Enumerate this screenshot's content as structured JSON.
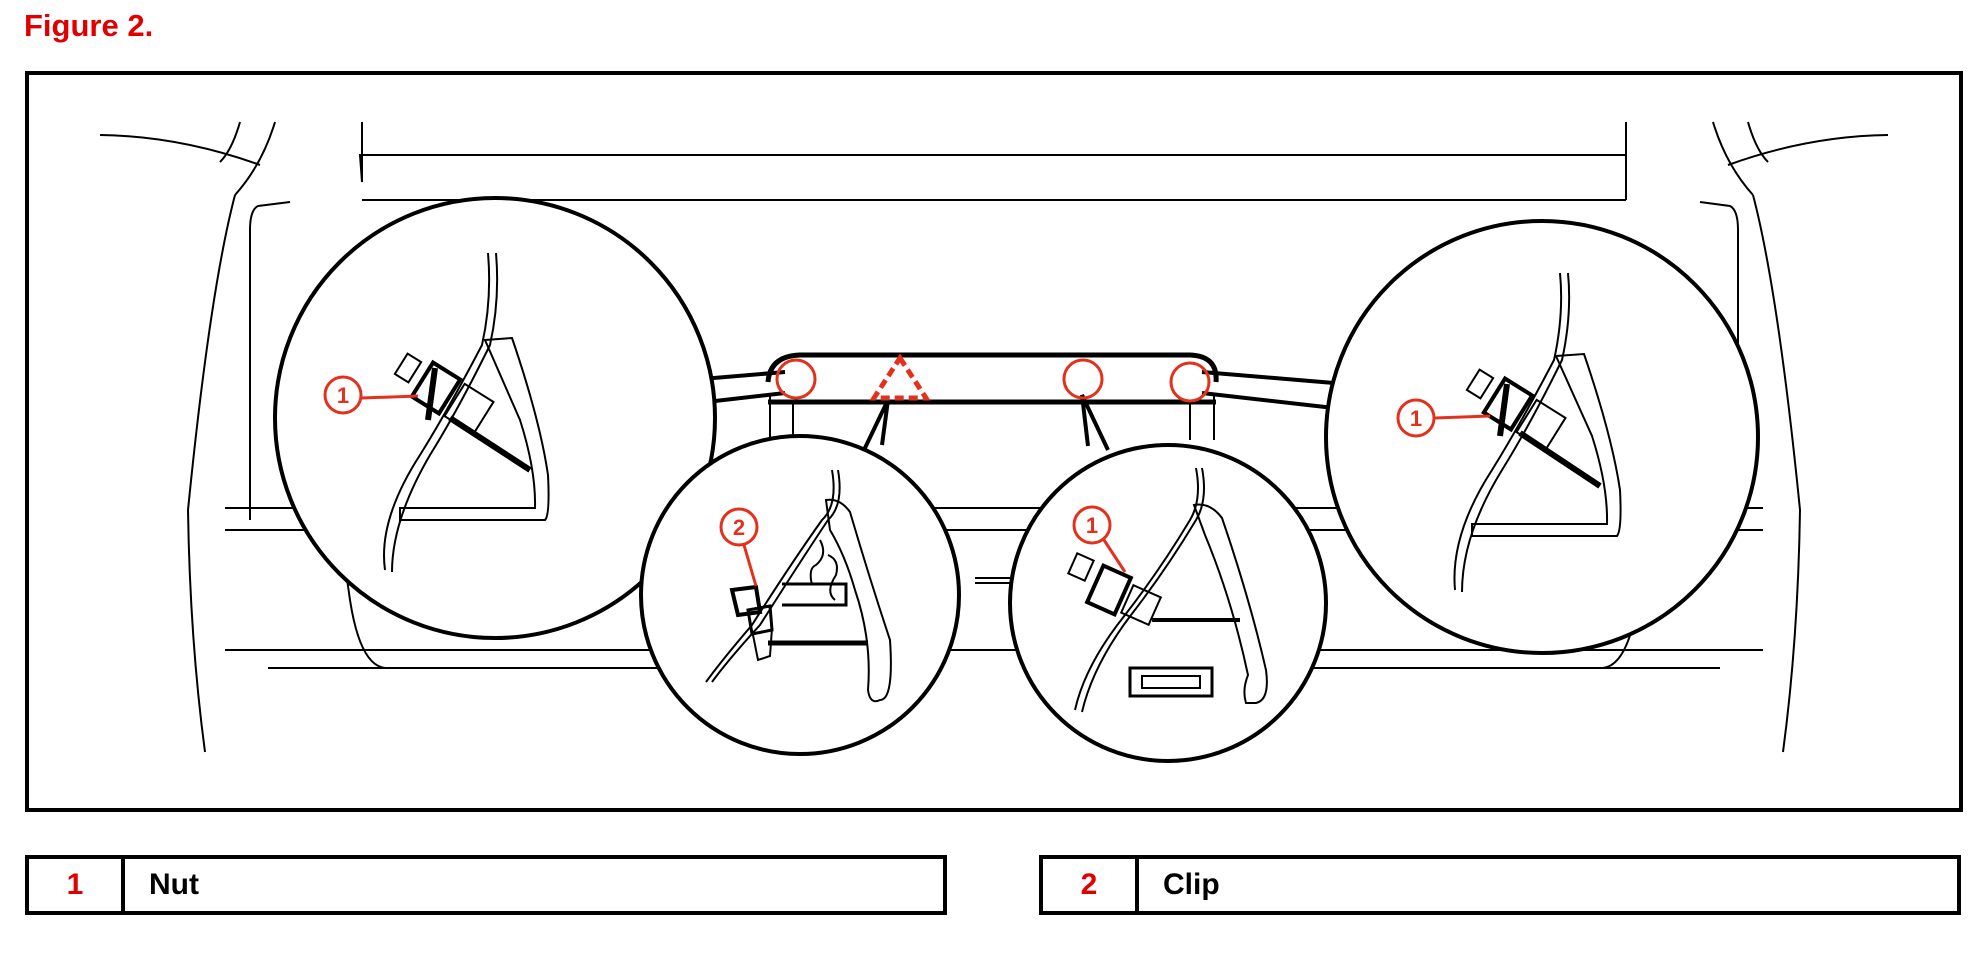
{
  "figure": {
    "title": "Figure 2."
  },
  "accent_color": "#e10000",
  "callouts": {
    "nut": "1",
    "clip": "2"
  },
  "legend": [
    {
      "number": "1",
      "label": "Nut"
    },
    {
      "number": "2",
      "label": "Clip"
    }
  ]
}
